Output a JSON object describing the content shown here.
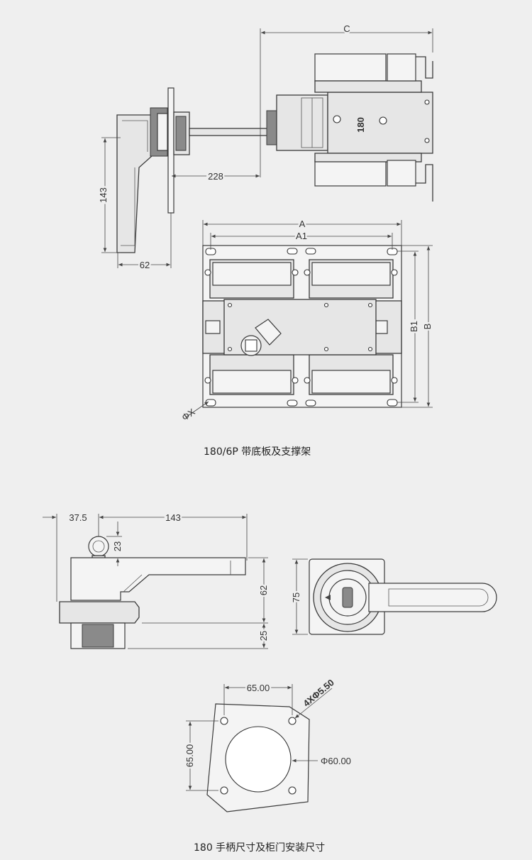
{
  "captions": {
    "top": "180/6P 带底板及支撑架",
    "bottom": "180 手柄尺寸及柜门安装尺寸"
  },
  "top_view": {
    "dim_c": "C",
    "dim_228": "228",
    "dim_143": "143",
    "dim_62": "62",
    "dim_a": "A",
    "dim_a1": "A1",
    "dim_b": "B",
    "dim_b1": "B1",
    "dim_x": "ΦX",
    "switch_label": "180"
  },
  "handle_view": {
    "dim_37_5": "37.5",
    "dim_143": "143",
    "dim_23": "23",
    "dim_62": "62",
    "dim_25": "25",
    "dim_75": "75"
  },
  "door_cutout": {
    "dim_h": "65.00",
    "dim_v": "65.00",
    "holes": "4XΦ5.50",
    "center": "Φ60.00"
  }
}
